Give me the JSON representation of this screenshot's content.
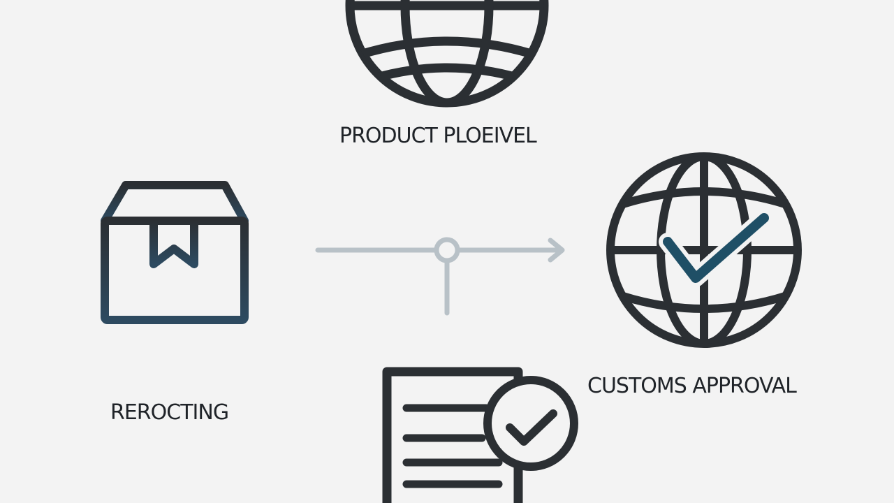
{
  "labels": {
    "top": "PRODUCT PLOEIVEL",
    "right": "CUSTOMS APPROVAL",
    "left": "REROCTING"
  },
  "icons": {
    "top": "globe-icon",
    "right": "globe-check-icon",
    "left": "package-box-icon",
    "bottom": "document-check-icon",
    "center": "flow-arrow-connector"
  },
  "colors": {
    "background": "#f3f3f3",
    "ink": "#2b2f33",
    "accent": "#1f4f66",
    "connector": "#b8c1c7"
  }
}
